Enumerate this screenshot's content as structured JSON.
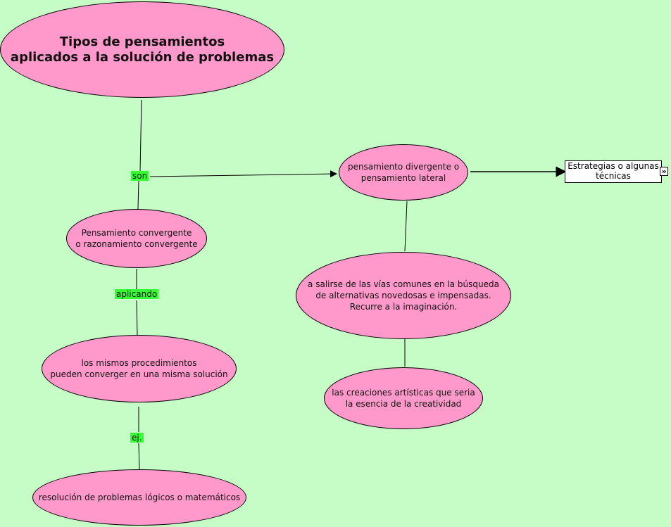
{
  "title": "Tipos de pensamientos\naplicados a la solución de problemas",
  "nodes": {
    "convergente": "Pensamiento convergente\no razonamiento convergente",
    "procedimientos": "los mismos procedimientos\npueden converger en una misma solución",
    "resolucion": "resolución de problemas lógicos o matemáticos",
    "divergente": "pensamiento divergente o\npensamiento lateral",
    "salirse": "a salirse de las vías comunes en la búsqueda\nde alternativas novedosas e impensadas.\nRecurre a la imaginación.",
    "creaciones": "las creaciones artísticas que seria\nla esencia de la creatividad",
    "estrategias": "Estrategias o algunas\ntécnicas"
  },
  "links": {
    "son": "son",
    "aplicando": "aplicando",
    "ej": "ej."
  },
  "expand_icon": "»"
}
